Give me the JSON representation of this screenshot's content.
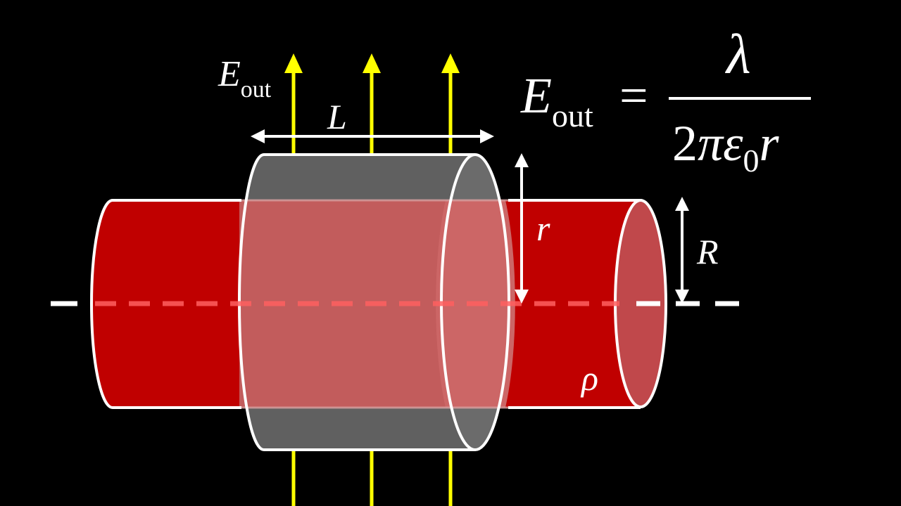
{
  "diagram": {
    "labels": {
      "e_symbol": "E",
      "e_subscript": "out",
      "length": "L",
      "gauss_radius": "r",
      "rod_radius": "R",
      "density": "ρ"
    },
    "equation": {
      "lhs_symbol": "E",
      "lhs_subscript": "out",
      "equals": "=",
      "numerator": "λ",
      "denominator_coeff": "2",
      "denominator_pi": "π",
      "denominator_epsilon": "ε",
      "denominator_epsilon_subscript": "0",
      "denominator_r": "r"
    },
    "colors": {
      "background": "#000000",
      "rod": "#c00000",
      "rod_end": "#c0484b",
      "gaussian_surface": "#606060",
      "overlap": "#c25c5c",
      "field_arrows": "#ffff00",
      "outline": "#ffffff",
      "axis_inside": "#ff5555"
    }
  }
}
